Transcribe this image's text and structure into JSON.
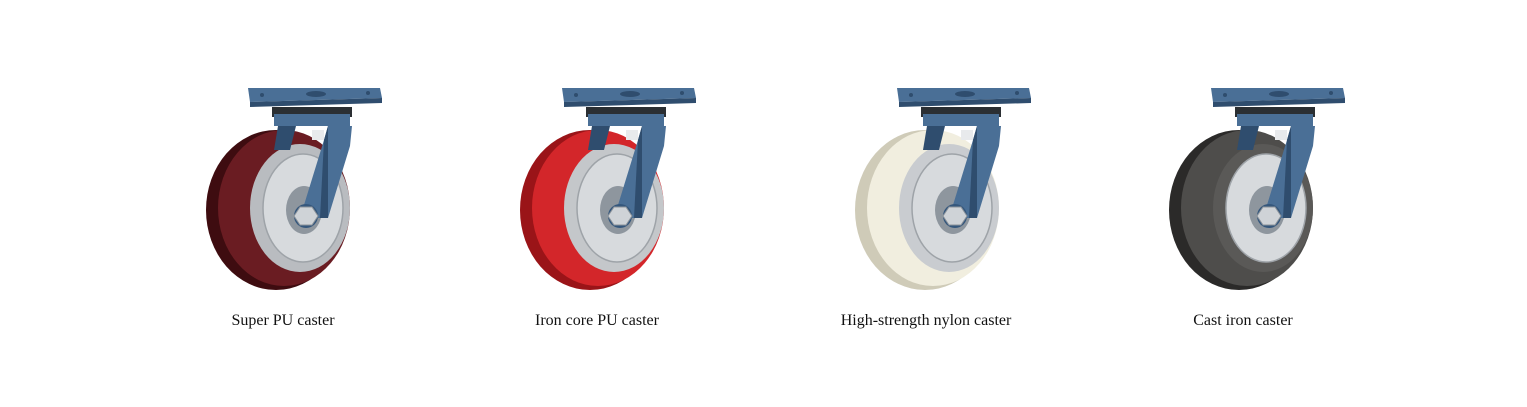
{
  "products": [
    {
      "name": "Super PU caster",
      "wheel_color": "#6a1c22",
      "wheel_edge": "#3e0c10",
      "rim_color": "#b9bcc0"
    },
    {
      "name": "Iron core PU caster",
      "wheel_color": "#d3262a",
      "wheel_edge": "#9a1418",
      "rim_color": "#c4c7ca"
    },
    {
      "name": "High-strength nylon caster",
      "wheel_color": "#f1eedf",
      "wheel_edge": "#cfcbb8",
      "rim_color": "#c9ccd0"
    },
    {
      "name": "Cast iron caster",
      "wheel_color": "#4e4d4b",
      "wheel_edge": "#2b2a29",
      "rim_color": "#5a5957"
    }
  ],
  "colors": {
    "bracket": "#4a6f96",
    "bracket_dark": "#2f4d6e",
    "hub": "#d7dadd"
  }
}
